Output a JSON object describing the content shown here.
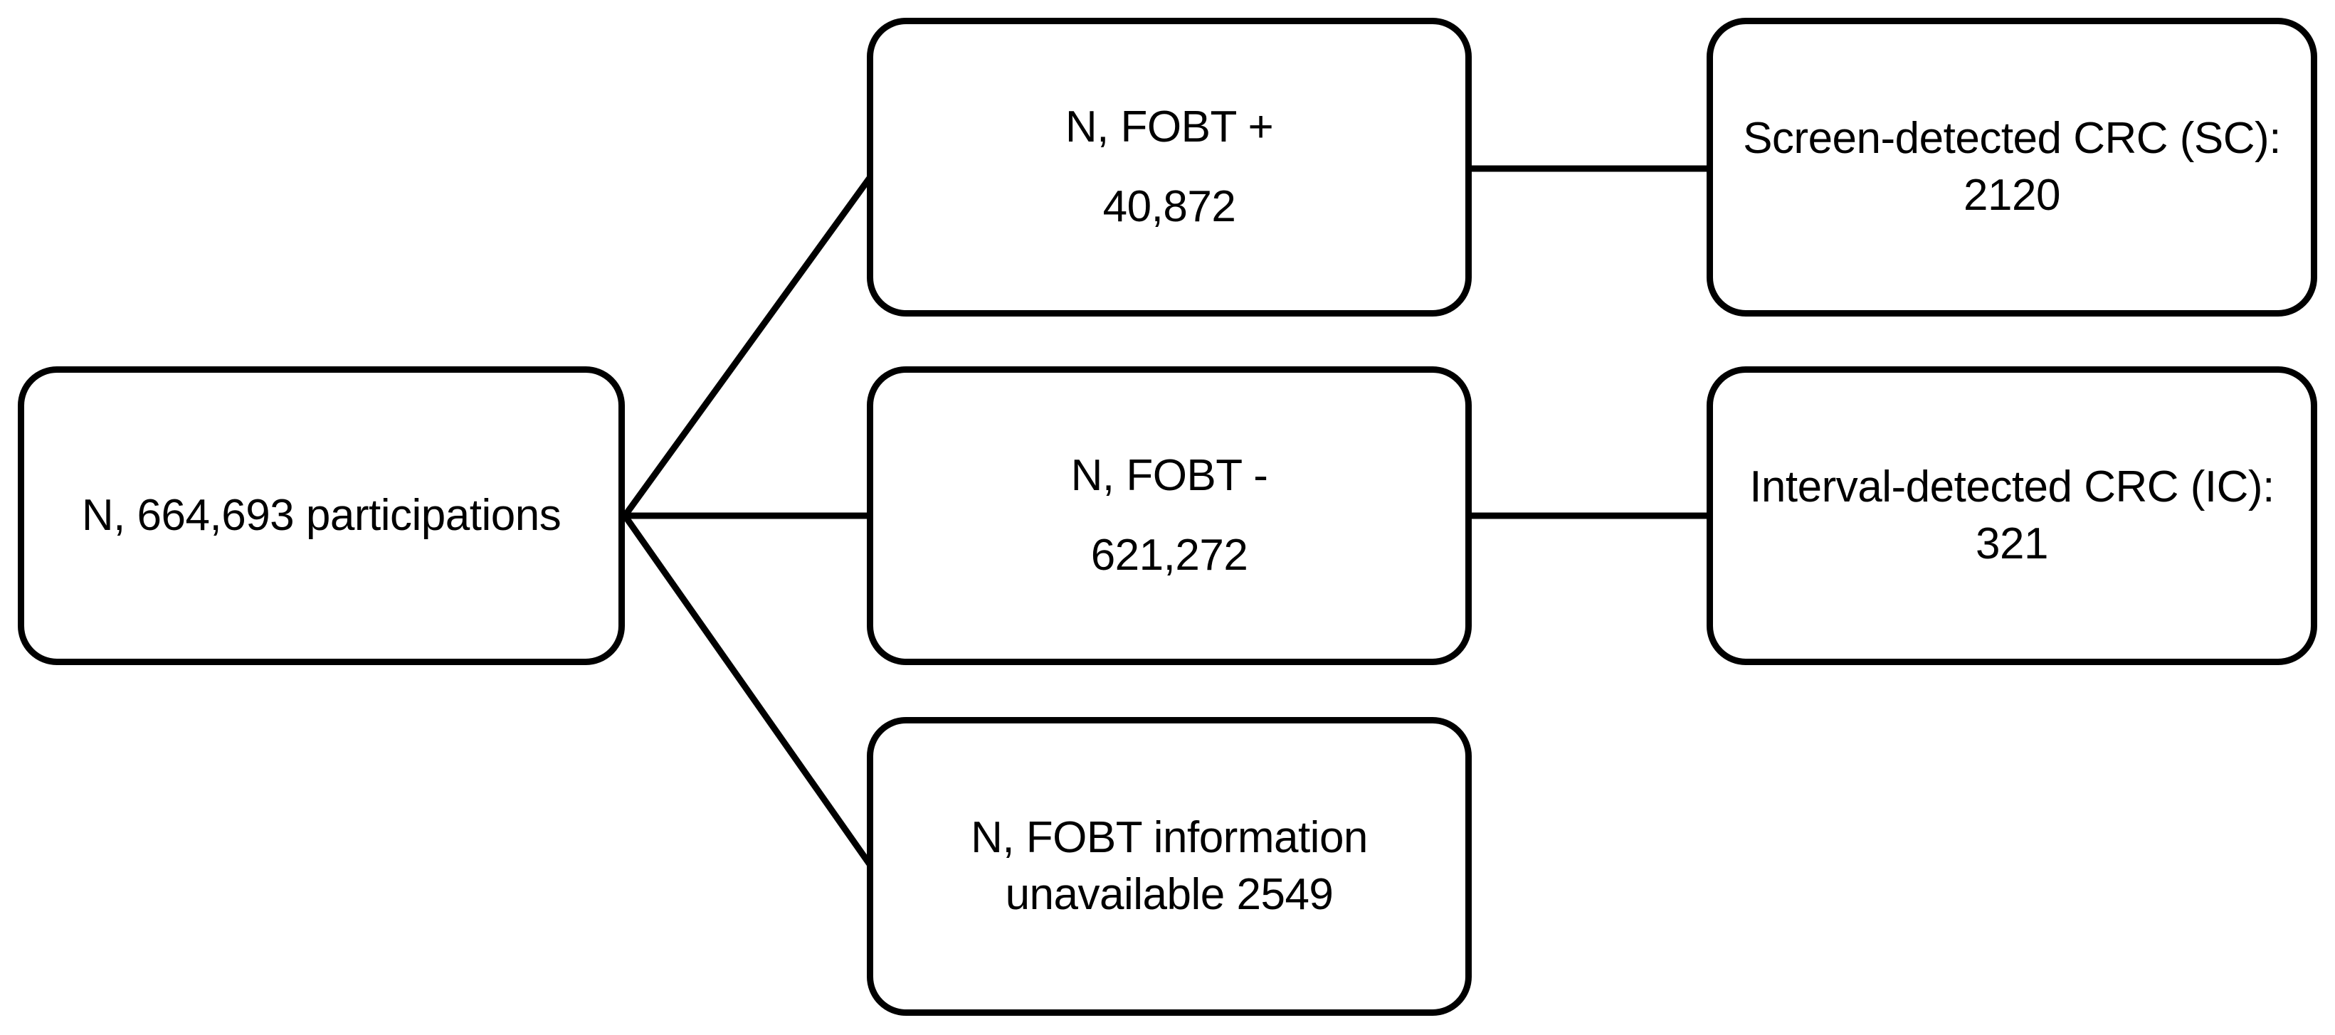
{
  "diagram": {
    "background_color": "#ffffff",
    "line_color": "#000000",
    "nodes": [
      {
        "id": "participations",
        "lines": [
          "N, 664,693 participations"
        ]
      },
      {
        "id": "fobt-positive",
        "lines": [
          "N, FOBT +",
          "40,872"
        ]
      },
      {
        "id": "fobt-negative",
        "lines": [
          "N, FOBT -",
          "621,272"
        ]
      },
      {
        "id": "fobt-unavailable",
        "lines": [
          "N, FOBT information",
          "unavailable 2549"
        ]
      },
      {
        "id": "screen-detected-crc",
        "lines": [
          "Screen-detected CRC (SC):",
          "2120"
        ]
      },
      {
        "id": "interval-detected-crc",
        "lines": [
          "Interval-detected CRC (IC):",
          "321"
        ]
      }
    ],
    "edges": [
      {
        "from": "participations",
        "to": "fobt-positive"
      },
      {
        "from": "participations",
        "to": "fobt-negative"
      },
      {
        "from": "participations",
        "to": "fobt-unavailable"
      },
      {
        "from": "fobt-positive",
        "to": "screen-detected-crc"
      },
      {
        "from": "fobt-negative",
        "to": "interval-detected-crc"
      }
    ]
  }
}
